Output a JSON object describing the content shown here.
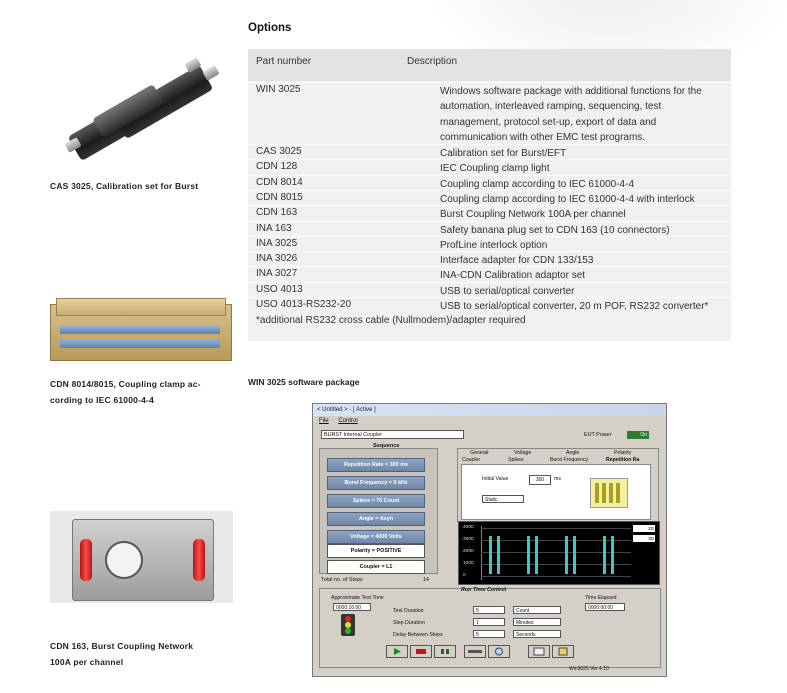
{
  "captions": {
    "cas": "CAS 3025, Calibration set for Burst",
    "cdn8014_line1": "CDN 8014/8015, Coupling clamp ac-",
    "cdn8014_line2": "cording to IEC 61000-4-4",
    "cdn163_line1": "CDN 163, Burst Coupling Network",
    "cdn163_line2": "100A per channel"
  },
  "options": {
    "heading": "Options",
    "col_part": "Part number",
    "col_desc": "Description",
    "rows": [
      {
        "pn": "WIN 3025",
        "desc": "Windows software package with additional functions for the automation, interleaved ramping, sequencing, test management, protocol set-up, export of data and communication with other EMC test programs."
      },
      {
        "pn": "CAS 3025",
        "desc": "Calibration set for Burst/EFT"
      },
      {
        "pn": "CDN 128",
        "desc": "IEC Coupling clamp light"
      },
      {
        "pn": "CDN 8014",
        "desc": "Coupling clamp according to IEC 61000-4-4"
      },
      {
        "pn": "CDN 8015",
        "desc": "Coupling clamp according to IEC 61000-4-4 with interlock"
      },
      {
        "pn": "CDN 163",
        "desc": "Burst Coupling Network 100A per channel"
      },
      {
        "pn": "INA 163",
        "desc": "Safety banana plug set to CDN 163 (10 connectors)"
      },
      {
        "pn": "INA 3025",
        "desc": "ProfLine interlock option"
      },
      {
        "pn": "INA 3026",
        "desc": "Interface adapter for CDN 133/153"
      },
      {
        "pn": "INA 3027",
        "desc": "INA-CDN Calibration adaptor set"
      },
      {
        "pn": "USO 4013",
        "desc": "USB to serial/optical converter"
      },
      {
        "pn": "USO 4013-RS232-20",
        "desc": "USB to serial/optical converter, 20 m POF, RS232 converter*"
      }
    ],
    "note": "*additional RS232 cross cable (Nullmodem)/adapter required"
  },
  "software": {
    "section_label": "WIN 3025 software package",
    "window_title": "< Untitled > - [ Active ]",
    "menu": [
      "File",
      "Control"
    ],
    "mode_combo": "BURST Internal Coupler",
    "eut_power_label": "EUT Power",
    "eut_state": "On",
    "sequence_title": "Sequence",
    "sequence_buttons": [
      "Repetition Rate = 300 ms",
      "Burst Frequency = 5 kHz",
      "Spikes = 75 Count",
      "Angle = Asyn",
      "Voltage = 4000 Volts"
    ],
    "polarity_label": "Polarity = POSITIVE",
    "coupler_label": "Coupler = L1",
    "total_steps_label": "Total no. of Steps",
    "total_steps_value": "14",
    "tabs_row1": [
      "General",
      "Voltage",
      "Angle",
      "Polarity"
    ],
    "tabs_row2": [
      "Coupler",
      "Spikes",
      "Burst Frequency",
      "Repetition Ra"
    ],
    "initial_value_label": "Initial Value",
    "initial_value": "300",
    "initial_unit": "ms",
    "static_option": "Static",
    "scope_ticks": [
      "4000",
      "3000",
      "2000",
      "1000",
      "0"
    ],
    "scope_legend": [
      "2D",
      "3D"
    ],
    "rtc_title": "Run Time Control",
    "approx_time_label": "Approximate Test Time",
    "approx_time_value": "0000:16:00",
    "time_elapsed_label": "Time Elapsed",
    "time_elapsed_value": "0000:00:00",
    "test_duration_label": "Test Duration",
    "test_duration_value": "5",
    "test_duration_unit": "Count",
    "step_duration_label": "Step Duration",
    "step_duration_value": "1",
    "step_duration_unit": "Minutes",
    "delay_label": "Delay Between Steps",
    "delay_value": "5",
    "delay_unit": "Seconds",
    "version": "Win3025 Ver 4.10",
    "accent_blue": "#7b92b2",
    "burst_color": "#3ec7c7"
  }
}
